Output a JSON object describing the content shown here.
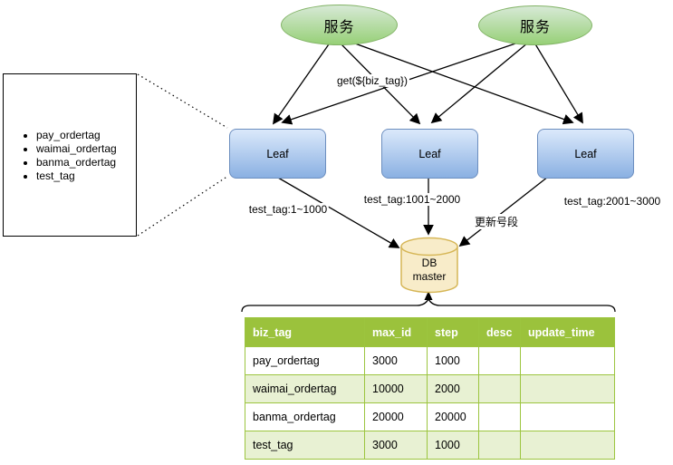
{
  "diagram": {
    "services": [
      {
        "label": "服务"
      },
      {
        "label": "服务"
      }
    ],
    "leaf_nodes": [
      {
        "label": "Leaf"
      },
      {
        "label": "Leaf"
      },
      {
        "label": "Leaf"
      }
    ],
    "edge_labels": {
      "get_request": "get(${biz_tag})",
      "leaf1_segment": "test_tag:1~1000",
      "leaf2_segment": "test_tag:1001~2000",
      "leaf3_segment": "test_tag:2001~3000",
      "update_segment": "更新号段"
    },
    "db": {
      "label_line1": "DB",
      "label_line2": "master"
    },
    "biz_tag_list": {
      "items": [
        "pay_ordertag",
        "waimai_ordertag",
        "banma_ordertag",
        "test_tag"
      ]
    },
    "table": {
      "columns": [
        "biz_tag",
        "max_id",
        "step",
        "desc",
        "update_time"
      ],
      "rows": [
        {
          "cells": [
            "pay_ordertag",
            "3000",
            "1000",
            "",
            ""
          ]
        },
        {
          "cells": [
            "waimai_ordertag",
            "10000",
            "2000",
            "",
            ""
          ]
        },
        {
          "cells": [
            "banma_ordertag",
            "20000",
            "20000",
            "",
            ""
          ]
        },
        {
          "cells": [
            "test_tag",
            "3000",
            "1000",
            "",
            ""
          ]
        }
      ]
    },
    "colors": {
      "service_fill_top": "#d7e9d6",
      "service_fill_bottom": "#97d077",
      "service_stroke": "#82b366",
      "leaf_fill_top": "#dbe9fb",
      "leaf_fill_bottom": "#8ab0e2",
      "leaf_stroke": "#6c8ebf",
      "db_fill": "#f8ecc9",
      "db_stroke": "#d6b656",
      "table_header_bg": "#9bc23c",
      "table_row_alt_bg": "#e8f1d3",
      "table_border": "#9cc53f",
      "edge_stroke": "#000000"
    }
  }
}
